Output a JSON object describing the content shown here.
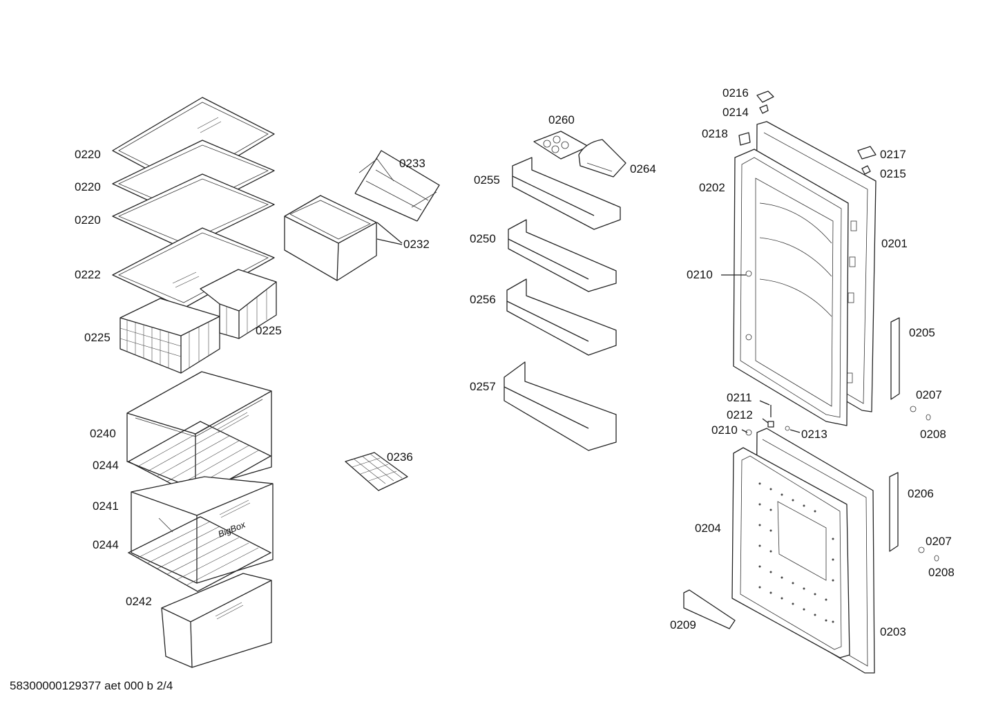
{
  "document_id": "58300000129377 aet 000 b 2/4",
  "brand_text": "BigBox",
  "labels": {
    "l0220a": "0220",
    "l0220b": "0220",
    "l0220c": "0220",
    "l0222": "0222",
    "l0225a": "0225",
    "l0225b": "0225",
    "l0233": "0233",
    "l0232": "0232",
    "l0240": "0240",
    "l0244a": "0244",
    "l0241": "0241",
    "l0244b": "0244",
    "l0242": "0242",
    "l0236": "0236",
    "l0260": "0260",
    "l0264": "0264",
    "l0255": "0255",
    "l0250": "0250",
    "l0256": "0256",
    "l0257": "0257",
    "l0216": "0216",
    "l0214": "0214",
    "l0218": "0218",
    "l0217": "0217",
    "l0215": "0215",
    "l0202": "0202",
    "l0201": "0201",
    "l0210a": "0210",
    "l0205": "0205",
    "l0211": "0211",
    "l0212": "0212",
    "l0210b": "0210",
    "l0213": "0213",
    "l0207a": "0207",
    "l0208a": "0208",
    "l0206": "0206",
    "l0204": "0204",
    "l0207b": "0207",
    "l0208b": "0208",
    "l0209": "0209",
    "l0203": "0203"
  }
}
